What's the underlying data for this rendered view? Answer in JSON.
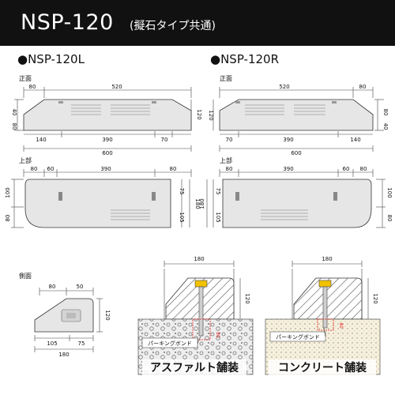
{
  "header": {
    "title": "NSP-120",
    "subtitle": "(擬石タイプ共通)"
  },
  "left": {
    "model": "●NSP-120L",
    "front_label": "正面",
    "top_label": "上部",
    "front_dims": {
      "top_offset": "80",
      "top_length": "520",
      "bottom_a": "140",
      "bottom_mid": "390",
      "bottom_b": "70",
      "total": "600",
      "height_a": "40",
      "height_b": "80",
      "height_total": "120"
    },
    "top_dims": {
      "a": "80",
      "b": "60",
      "mid": "390",
      "c": "80",
      "left_a": "100",
      "left_b": "80",
      "right_a": "75",
      "right_b": "105",
      "right_total": "180"
    }
  },
  "right": {
    "model": "●NSP-120R",
    "front_label": "正面",
    "top_label": "上部",
    "front_dims": {
      "top_length": "520",
      "top_offset": "80",
      "bottom_a": "70",
      "bottom_mid": "390",
      "bottom_b": "140",
      "total": "600",
      "height_total": "120",
      "height_a": "80",
      "height_b": "40"
    },
    "top_dims": {
      "a": "80",
      "mid": "390",
      "b": "60",
      "c": "80",
      "left_a": "75",
      "left_b": "105",
      "left_total": "180",
      "right_a": "100",
      "right_b": "80"
    }
  },
  "side": {
    "label": "側面",
    "dims": {
      "top_a": "80",
      "top_b": "50",
      "height": "120",
      "bottom_a": "105",
      "bottom_b": "75",
      "total": "180"
    }
  },
  "install": [
    {
      "width": "180",
      "height": "120",
      "bond": "パーキングボンド",
      "depth": "80",
      "caption": "アスファルト舗装"
    },
    {
      "width": "180",
      "height": "120",
      "bond": "パーキングボンド",
      "depth": "40",
      "caption": "コンクリート舗装"
    }
  ],
  "colors": {
    "header_bg": "#111111",
    "block": "#e6e6e6",
    "line": "#333333",
    "bolt": "#f2c200",
    "bond_line": "#e02020"
  }
}
